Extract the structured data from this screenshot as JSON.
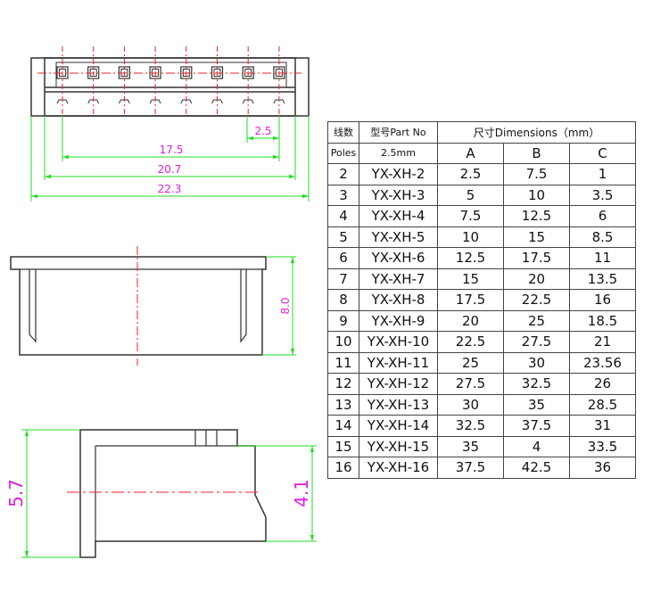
{
  "drawing": {
    "top_view": {
      "dim_pitch": "2.5",
      "dim_span": "17.5",
      "dim_body": "20.7",
      "dim_overall": "22.3"
    },
    "front_view": {
      "dim_height": "8.0"
    },
    "side_view": {
      "dim_total_height": "5.7",
      "dim_body_height": "4.1"
    }
  },
  "table": {
    "header": {
      "poles_cn": "线数",
      "poles_en": "Poles",
      "part_no": "型号Part No",
      "pitch": "2.5mm",
      "dimensions": "尺寸Dimensions（mm）",
      "col_a": "A",
      "col_b": "B",
      "col_c": "C"
    },
    "rows": [
      {
        "poles": "2",
        "part": "YX-XH-2",
        "a": "2.5",
        "b": "7.5",
        "c": "1"
      },
      {
        "poles": "3",
        "part": "YX-XH-3",
        "a": "5",
        "b": "10",
        "c": "3.5"
      },
      {
        "poles": "4",
        "part": "YX-XH-4",
        "a": "7.5",
        "b": "12.5",
        "c": "6"
      },
      {
        "poles": "5",
        "part": "YX-XH-5",
        "a": "10",
        "b": "15",
        "c": "8.5"
      },
      {
        "poles": "6",
        "part": "YX-XH-6",
        "a": "12.5",
        "b": "17.5",
        "c": "11"
      },
      {
        "poles": "7",
        "part": "YX-XH-7",
        "a": "15",
        "b": "20",
        "c": "13.5"
      },
      {
        "poles": "8",
        "part": "YX-XH-8",
        "a": "17.5",
        "b": "22.5",
        "c": "16"
      },
      {
        "poles": "9",
        "part": "YX-XH-9",
        "a": "20",
        "b": "25",
        "c": "18.5"
      },
      {
        "poles": "10",
        "part": "YX-XH-10",
        "a": "22.5",
        "b": "27.5",
        "c": "21"
      },
      {
        "poles": "11",
        "part": "YX-XH-11",
        "a": "25",
        "b": "30",
        "c": "23.56"
      },
      {
        "poles": "12",
        "part": "YX-XH-12",
        "a": "27.5",
        "b": "32.5",
        "c": "26"
      },
      {
        "poles": "13",
        "part": "YX-XH-13",
        "a": "30",
        "b": "35",
        "c": "28.5"
      },
      {
        "poles": "14",
        "part": "YX-XH-14",
        "a": "32.5",
        "b": "37.5",
        "c": "31"
      },
      {
        "poles": "15",
        "part": "YX-XH-15",
        "a": "35",
        "b": "4",
        "c": "33.5"
      },
      {
        "poles": "16",
        "part": "YX-XH-16",
        "a": "37.5",
        "b": "42.5",
        "c": "36"
      }
    ]
  },
  "colors": {
    "outline": "#333333",
    "dimension": "#22dd22",
    "dimension_text": "#e020e0",
    "centerline": "#ee2222"
  }
}
